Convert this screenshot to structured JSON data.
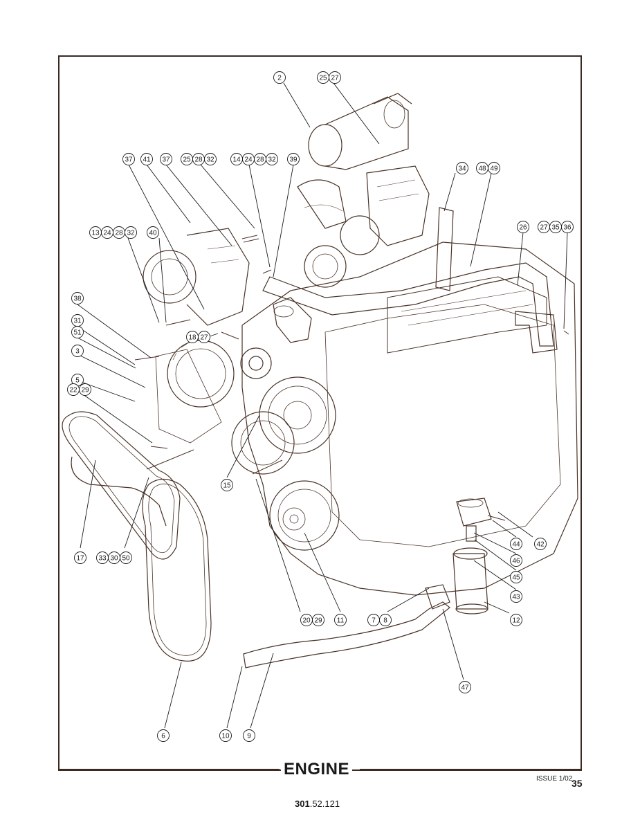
{
  "title": "ENGINE",
  "issue": "ISSUE 1/02",
  "page_number": "35",
  "part_number": {
    "bold": "301",
    "rest": ".52.121"
  },
  "callouts": [
    {
      "id": "c-2",
      "labels": [
        "2"
      ]
    },
    {
      "id": "c-25-27",
      "labels": [
        "25",
        "27"
      ]
    },
    {
      "id": "c-37a",
      "labels": [
        "37"
      ]
    },
    {
      "id": "c-41",
      "labels": [
        "41"
      ]
    },
    {
      "id": "c-37b",
      "labels": [
        "37"
      ]
    },
    {
      "id": "c-25-28-32",
      "labels": [
        "25",
        "28",
        "32"
      ]
    },
    {
      "id": "c-14-24-28-32",
      "labels": [
        "14",
        "24",
        "28",
        "32"
      ]
    },
    {
      "id": "c-39",
      "labels": [
        "39"
      ]
    },
    {
      "id": "c-34",
      "labels": [
        "34"
      ]
    },
    {
      "id": "c-48-49",
      "labels": [
        "48",
        "49"
      ]
    },
    {
      "id": "c-13-24-28-32",
      "labels": [
        "13",
        "24",
        "28",
        "32"
      ]
    },
    {
      "id": "c-40",
      "labels": [
        "40"
      ]
    },
    {
      "id": "c-26",
      "labels": [
        "26"
      ]
    },
    {
      "id": "c-27-35-36",
      "labels": [
        "27",
        "35",
        "36"
      ]
    },
    {
      "id": "c-38",
      "labels": [
        "38"
      ]
    },
    {
      "id": "c-31",
      "labels": [
        "31"
      ]
    },
    {
      "id": "c-51",
      "labels": [
        "51"
      ]
    },
    {
      "id": "c-3",
      "labels": [
        "3"
      ]
    },
    {
      "id": "c-18-27",
      "labels": [
        "18",
        "27"
      ]
    },
    {
      "id": "c-5",
      "labels": [
        "5"
      ]
    },
    {
      "id": "c-22-29",
      "labels": [
        "22",
        "29"
      ]
    },
    {
      "id": "c-15",
      "labels": [
        "15"
      ]
    },
    {
      "id": "c-17",
      "labels": [
        "17"
      ]
    },
    {
      "id": "c-33-30-50",
      "labels": [
        "33",
        "30",
        "50"
      ]
    },
    {
      "id": "c-44",
      "labels": [
        "44"
      ]
    },
    {
      "id": "c-42",
      "labels": [
        "42"
      ]
    },
    {
      "id": "c-46",
      "labels": [
        "46"
      ]
    },
    {
      "id": "c-45",
      "labels": [
        "45"
      ]
    },
    {
      "id": "c-43",
      "labels": [
        "43"
      ]
    },
    {
      "id": "c-20-29",
      "labels": [
        "20",
        "29"
      ]
    },
    {
      "id": "c-11",
      "labels": [
        "11"
      ]
    },
    {
      "id": "c-7-8",
      "labels": [
        "7",
        "8"
      ]
    },
    {
      "id": "c-12",
      "labels": [
        "12"
      ]
    },
    {
      "id": "c-47",
      "labels": [
        "47"
      ]
    },
    {
      "id": "c-6",
      "labels": [
        "6"
      ]
    },
    {
      "id": "c-10",
      "labels": [
        "10"
      ]
    },
    {
      "id": "c-9",
      "labels": [
        "9"
      ]
    }
  ]
}
